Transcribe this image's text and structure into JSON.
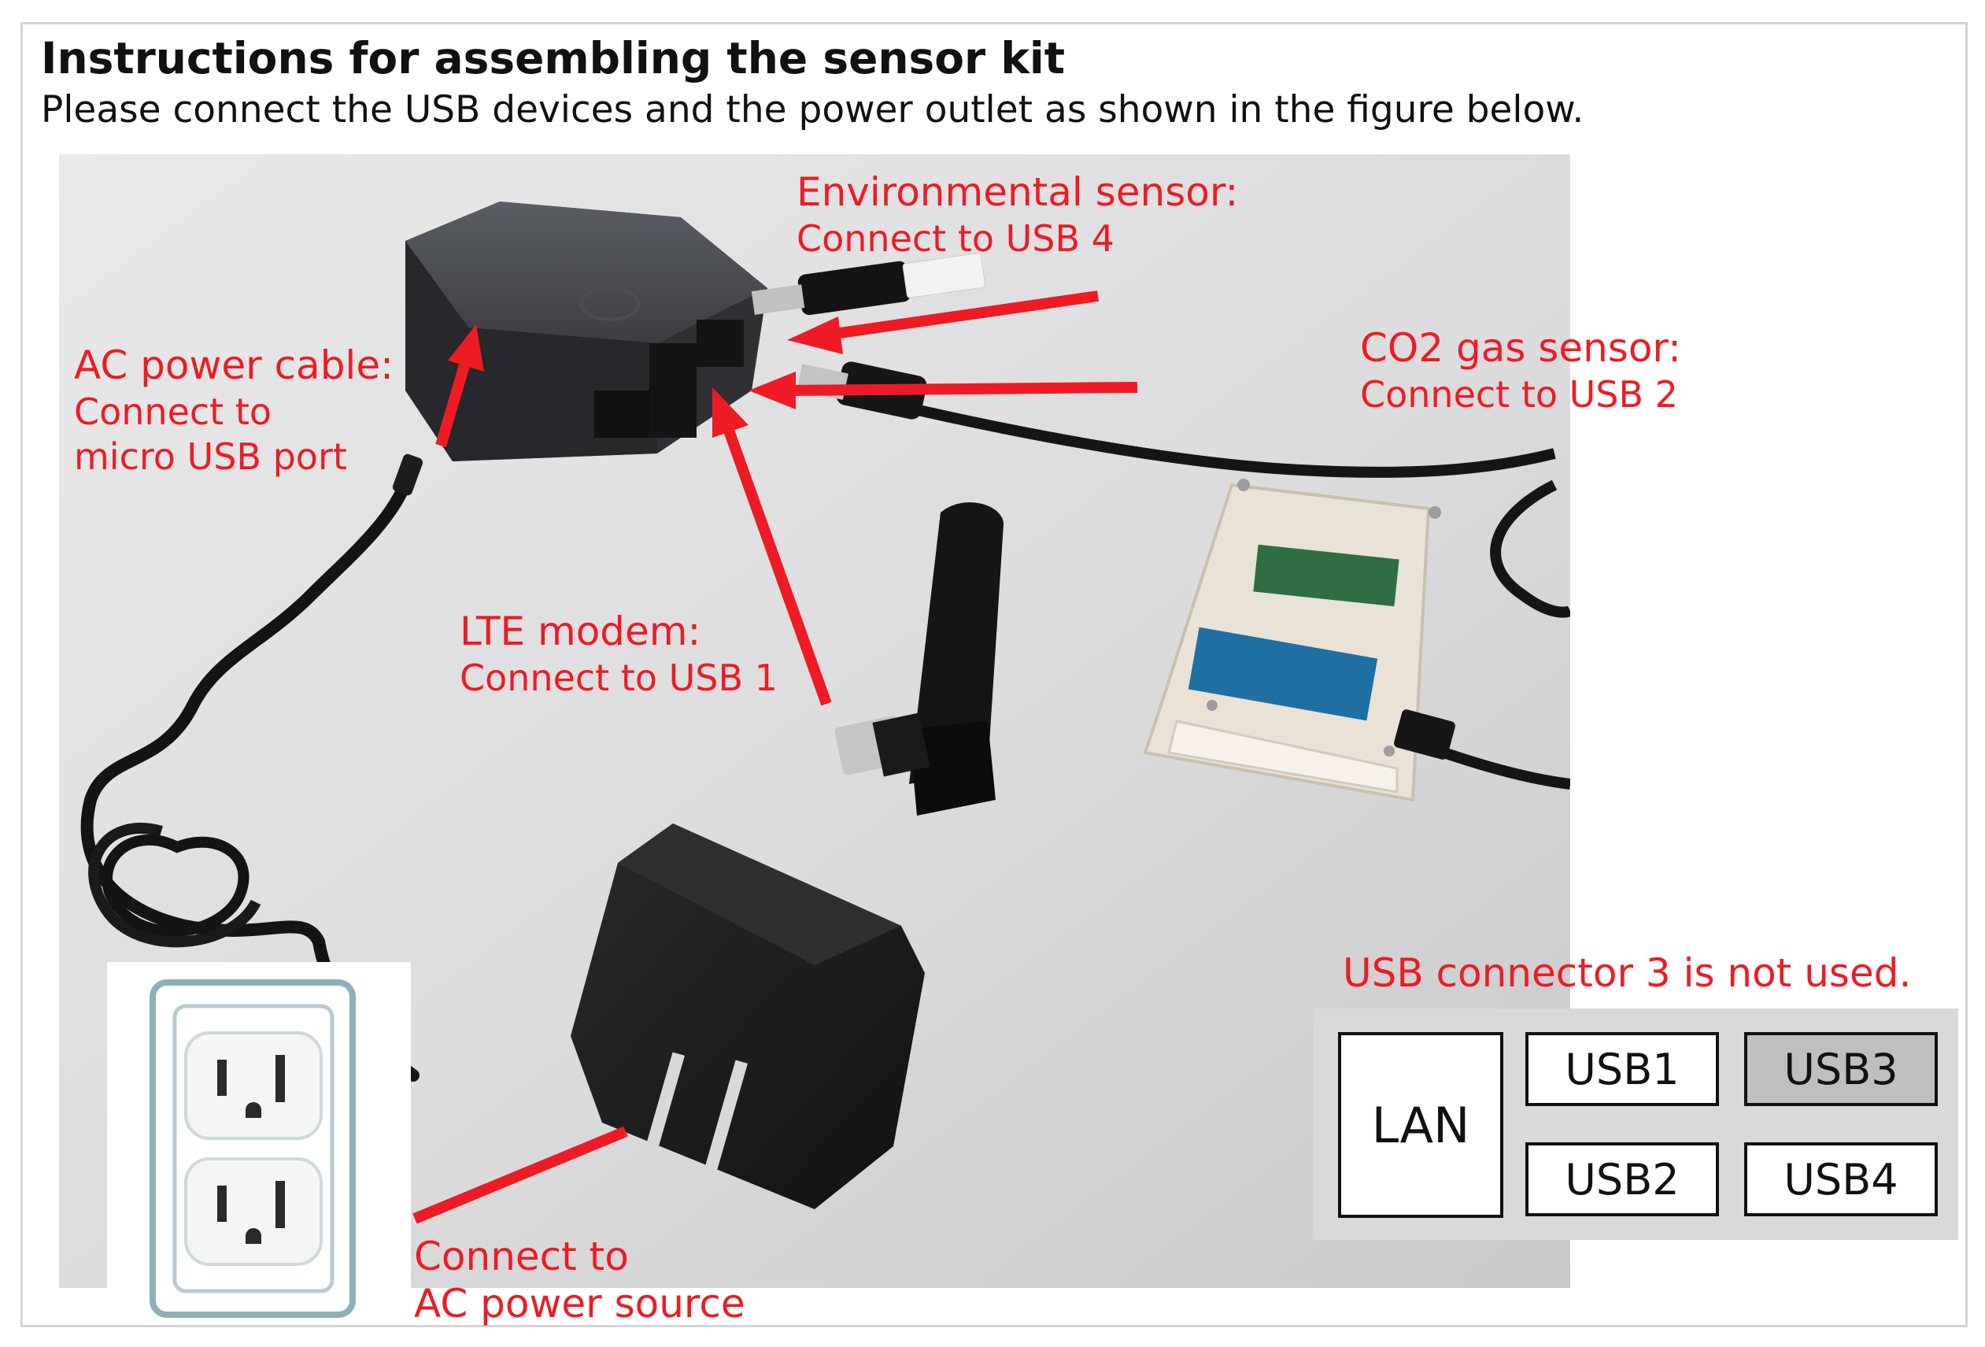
{
  "header": {
    "title": "Instructions for assembling the sensor kit",
    "subtitle": "Please connect the USB devices and the power outlet as shown in the figure below."
  },
  "labels": {
    "env_sensor": {
      "line1": "Environmental sensor:",
      "line2": "Connect to USB 4"
    },
    "ac_cable": {
      "line1": "AC power cable:",
      "line2": "Connect to",
      "line3": "micro USB port"
    },
    "co2_sensor": {
      "line1": "CO2 gas sensor:",
      "line2": "Connect to USB 2"
    },
    "lte_modem": {
      "line1": "LTE modem:",
      "line2": "Connect to USB 1"
    },
    "ac_source": {
      "line1": "Connect to",
      "line2": "AC power source"
    },
    "usb3_note": "USB connector 3 is not used."
  },
  "usb_panel": {
    "ports": {
      "lan": "LAN",
      "usb1": "USB1",
      "usb2": "USB2",
      "usb3": "USB3",
      "usb4": "USB4"
    }
  },
  "colors": {
    "annotation": "#ee1b24",
    "panel_bg": "#d9d9d9",
    "unused_port": "#bfbfbf",
    "photo_bg": "#e6e6e6"
  }
}
